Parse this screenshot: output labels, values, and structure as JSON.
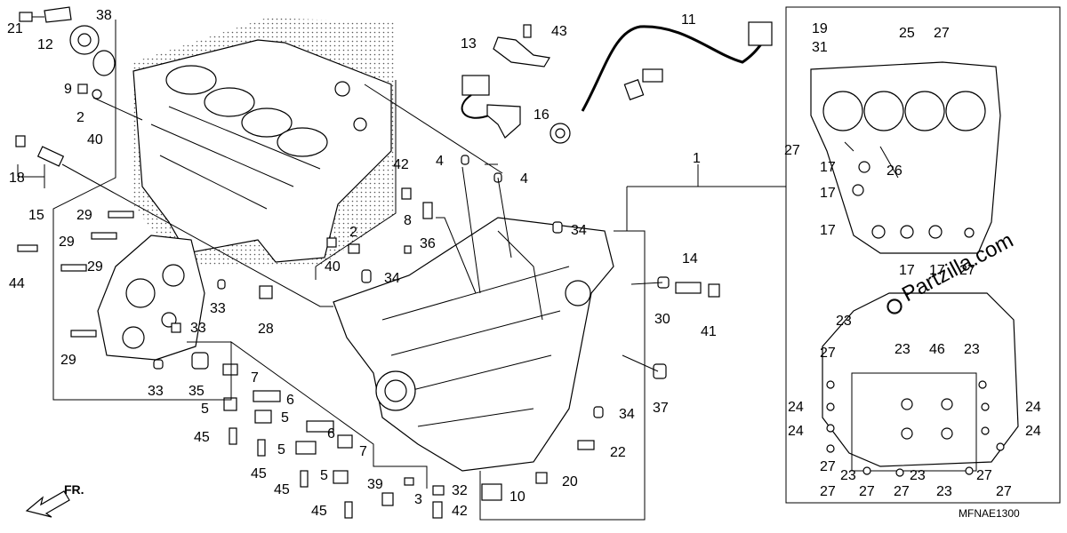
{
  "diagram": {
    "code": "MFNAE1300",
    "watermark": "Partzilla.com",
    "direction_label": "FR.",
    "part_numbers": [
      "1",
      "2",
      "3",
      "4",
      "5",
      "6",
      "7",
      "8",
      "9",
      "10",
      "11",
      "12",
      "13",
      "14",
      "15",
      "16",
      "17",
      "18",
      "19",
      "20",
      "21",
      "22",
      "23",
      "24",
      "25",
      "26",
      "27",
      "28",
      "29",
      "30",
      "31",
      "32",
      "33",
      "34",
      "35",
      "36",
      "37",
      "38",
      "39",
      "40",
      "41",
      "42",
      "43",
      "44",
      "45",
      "46"
    ]
  },
  "callouts": [
    {
      "id": "21",
      "text": "21"
    },
    {
      "id": "12",
      "text": "12"
    },
    {
      "id": "38",
      "text": "38"
    },
    {
      "id": "9",
      "text": "9"
    },
    {
      "id": "2a",
      "text": "2"
    },
    {
      "id": "40a",
      "text": "40"
    },
    {
      "id": "18",
      "text": "18"
    },
    {
      "id": "15",
      "text": "15"
    },
    {
      "id": "29a",
      "text": "29"
    },
    {
      "id": "29b",
      "text": "29"
    },
    {
      "id": "29c",
      "text": "29"
    },
    {
      "id": "29d",
      "text": "29"
    },
    {
      "id": "44",
      "text": "44"
    },
    {
      "id": "33a",
      "text": "33"
    },
    {
      "id": "33b",
      "text": "33"
    },
    {
      "id": "33c",
      "text": "33"
    },
    {
      "id": "35",
      "text": "35"
    },
    {
      "id": "28",
      "text": "28"
    },
    {
      "id": "2b",
      "text": "2"
    },
    {
      "id": "40b",
      "text": "40"
    },
    {
      "id": "7a",
      "text": "7"
    },
    {
      "id": "5a",
      "text": "5"
    },
    {
      "id": "6a",
      "text": "6"
    },
    {
      "id": "5b",
      "text": "5"
    },
    {
      "id": "45a",
      "text": "45"
    },
    {
      "id": "45b",
      "text": "45"
    },
    {
      "id": "6b",
      "text": "6"
    },
    {
      "id": "5c",
      "text": "5"
    },
    {
      "id": "7b",
      "text": "7"
    },
    {
      "id": "5d",
      "text": "5"
    },
    {
      "id": "45c",
      "text": "45"
    },
    {
      "id": "45d",
      "text": "45"
    },
    {
      "id": "13",
      "text": "13"
    },
    {
      "id": "43",
      "text": "43"
    },
    {
      "id": "11",
      "text": "11"
    },
    {
      "id": "16",
      "text": "16"
    },
    {
      "id": "4a",
      "text": "4"
    },
    {
      "id": "4b",
      "text": "4"
    },
    {
      "id": "42a",
      "text": "42"
    },
    {
      "id": "8",
      "text": "8"
    },
    {
      "id": "36",
      "text": "36"
    },
    {
      "id": "34a",
      "text": "34"
    },
    {
      "id": "34b",
      "text": "34"
    },
    {
      "id": "34c",
      "text": "34"
    },
    {
      "id": "1",
      "text": "1"
    },
    {
      "id": "14",
      "text": "14"
    },
    {
      "id": "30",
      "text": "30"
    },
    {
      "id": "41",
      "text": "41"
    },
    {
      "id": "37",
      "text": "37"
    },
    {
      "id": "22",
      "text": "22"
    },
    {
      "id": "20",
      "text": "20"
    },
    {
      "id": "39",
      "text": "39"
    },
    {
      "id": "32",
      "text": "32"
    },
    {
      "id": "3",
      "text": "3"
    },
    {
      "id": "42b",
      "text": "42"
    },
    {
      "id": "10",
      "text": "10"
    },
    {
      "id": "19",
      "text": "19"
    },
    {
      "id": "31",
      "text": "31"
    },
    {
      "id": "25",
      "text": "25"
    },
    {
      "id": "27a",
      "text": "27"
    },
    {
      "id": "27b",
      "text": "27"
    },
    {
      "id": "17a",
      "text": "17"
    },
    {
      "id": "26",
      "text": "26"
    },
    {
      "id": "17b",
      "text": "17"
    },
    {
      "id": "17c",
      "text": "17"
    },
    {
      "id": "17d",
      "text": "17"
    },
    {
      "id": "17e",
      "text": "17"
    },
    {
      "id": "27c",
      "text": "27"
    },
    {
      "id": "23a",
      "text": "23"
    },
    {
      "id": "27d",
      "text": "27"
    },
    {
      "id": "23b",
      "text": "23"
    },
    {
      "id": "46",
      "text": "46"
    },
    {
      "id": "23c",
      "text": "23"
    },
    {
      "id": "24a",
      "text": "24"
    },
    {
      "id": "24b",
      "text": "24"
    },
    {
      "id": "24c",
      "text": "24"
    },
    {
      "id": "24d",
      "text": "24"
    },
    {
      "id": "27e",
      "text": "27"
    },
    {
      "id": "23d",
      "text": "23"
    },
    {
      "id": "27f",
      "text": "27"
    },
    {
      "id": "27g",
      "text": "27"
    },
    {
      "id": "23e",
      "text": "23"
    },
    {
      "id": "23f",
      "text": "23"
    },
    {
      "id": "27h",
      "text": "27"
    },
    {
      "id": "27i",
      "text": "27"
    },
    {
      "id": "27j",
      "text": "27"
    }
  ]
}
